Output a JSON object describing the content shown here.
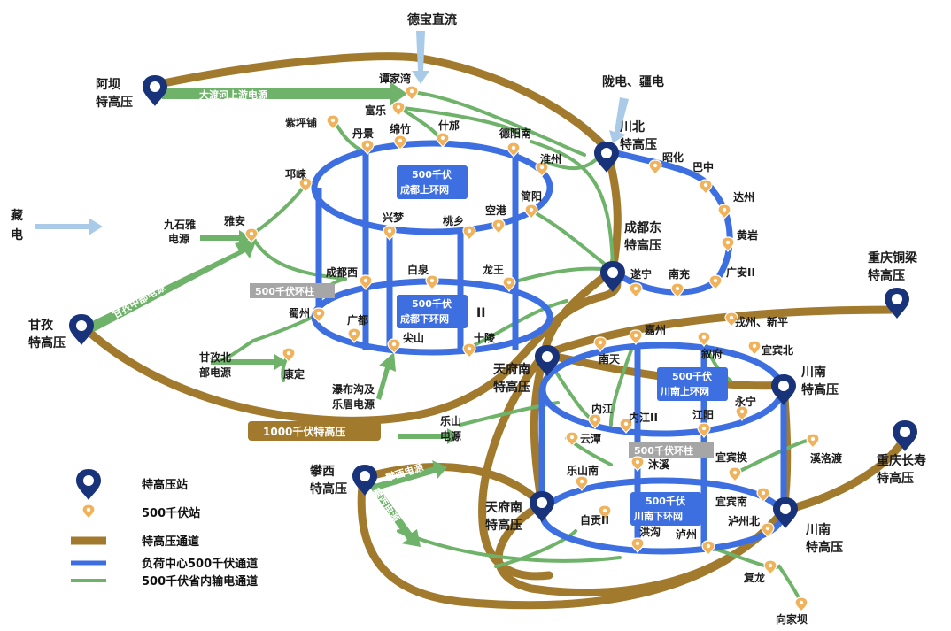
{
  "colors": {
    "uhv": "#a17a2e",
    "load_500kv": "#3d6fe0",
    "grid_500kv": "#6fb36a",
    "inbound_arrow": "#a9cbe8",
    "uhv_icon": "#18337a",
    "kv500_icon": "#f0b25a",
    "label_bg_blue": "#3d6fe0",
    "label_bg_grey": "#a6a6a6"
  },
  "external_sources": {
    "debao": "德宝直流",
    "longdian": "陇电、疆电",
    "zang": "藏",
    "dian": "电"
  },
  "uhv_stations": {
    "aba_1": "阿坝",
    "aba_2": "特高压",
    "chuanbei_1": "川北",
    "chuanbei_2": "特高压",
    "chengdudong_1": "成都东",
    "chengdudong_2": "特高压",
    "ganzi_1": "甘孜",
    "ganzi_2": "特高压",
    "tianfunan_n_1": "天府南",
    "tianfunan_n_2": "特高压",
    "tianfunan_s_1": "天府南",
    "tianfunan_s_2": "特高压",
    "panxi_1": "攀西",
    "panxi_2": "特高压",
    "chuannan_n_1": "川南",
    "chuannan_n_2": "特高压",
    "chuannan_s_1": "川南",
    "chuannan_s_2": "特高压",
    "chongqing_tl_1": "重庆铜梁",
    "chongqing_tl_2": "特高压",
    "chongqing_cs_1": "重庆长寿",
    "chongqing_cs_2": "特高压"
  },
  "stations_500kv": {
    "tanjiawan": "谭家湾",
    "fule": "富乐",
    "zipingpu": "紫坪铺",
    "danjing": "丹景",
    "mianzhu": "绵竹",
    "shifang": "什邡",
    "deyangnan": "德阳南",
    "huaizhou": "淮州",
    "qionglai": "邛崃",
    "jianyang": "简阳",
    "xingmeng": "兴梦",
    "taoxiang": "桃乡",
    "konggang": "空港",
    "yaan": "雅安",
    "chengduxi": "成都西",
    "baiquan": "白泉",
    "longwang": "龙王",
    "shuzhou": "蜀州",
    "guangdu": "广都",
    "jianshan": "尖山",
    "shiling": "十陵",
    "kangding": "康定",
    "zhaohua": "昭化",
    "bazhong": "巴中",
    "dazhou": "达州",
    "huangyan": "黄岩",
    "suining": "遂宁",
    "nanchong": "南充",
    "guangan": "广安II",
    "jiazhou": "嘉州",
    "rongzhou": "戎州、新平",
    "nantian": "南天",
    "xufu": "叙府",
    "yibinbei": "宜宾北",
    "neijiang": "内江",
    "neijiang2": "内江II",
    "jiangyang": "江阳",
    "yongning": "永宁",
    "yuntan": "云潭",
    "muxi": "沐溪",
    "yibinhuan": "宜宾换",
    "xiluodu": "溪洛渡",
    "leshannan": "乐山南",
    "zigong": "自贡II",
    "honggou": "洪沟",
    "luzhou": "泸州",
    "yibinnan": "宜宾南",
    "luzhoubei": "泸州北",
    "fulong": "复龙",
    "xiangjiaba": "向家坝"
  },
  "power_sources": {
    "jiushiya_1": "九石雅",
    "jiushiya_2": "电源",
    "ganzibei_1": "甘孜北",
    "ganzibei_2": "部电源",
    "pubugou_1": "瀑布沟及",
    "pubugou_2": "乐眉电源",
    "leshan_1": "乐山",
    "leshan_2": "电源"
  },
  "channel_labels": {
    "daduhe": "大渡河上游电源",
    "ganzi_central": "甘孜中部电源",
    "panxi_a": "攀西电源",
    "panxi_b": "攀西电源",
    "uhv_ring": "1000千伏特高压",
    "ring_col_chengdu": "500千伏环柱",
    "ring_col_chuannan": "500千伏环柱",
    "chengdu_upper_1": "500千伏",
    "chengdu_upper_2": "成都上环网",
    "chengdu_lower_1": "500千伏",
    "chengdu_lower_2": "成都下环网",
    "chuannan_upper_1": "500千伏",
    "chuannan_upper_2": "川南上环网",
    "chuannan_lower_1": "500千伏",
    "chuannan_lower_2": "川南下环网",
    "roman_two": "II"
  },
  "legend": {
    "uhv_station": "特高压站",
    "kv500_station": "500千伏站",
    "uhv_channel": "特高压通道",
    "load_channel": "负荷中心500千伏通道",
    "grid_channel": "500千伏省内输电通道"
  }
}
